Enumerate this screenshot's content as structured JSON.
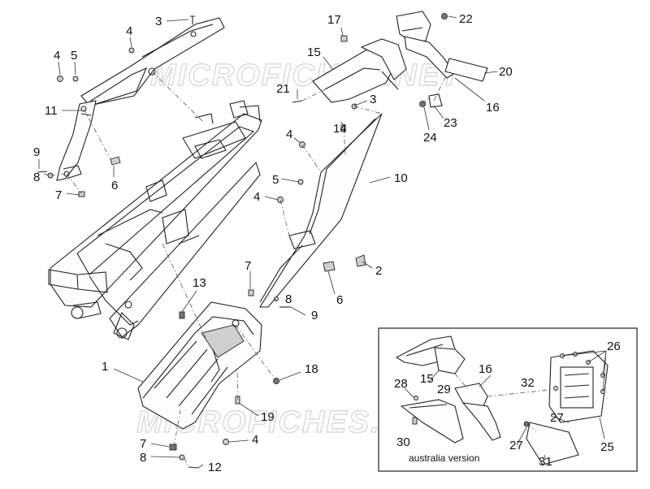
{
  "watermarks": [
    "MICROFICHES.NET",
    "MICROFICHES.NET"
  ],
  "inset": {
    "caption": "australia version"
  },
  "callouts": {
    "c3a": "3",
    "c4a": "4",
    "c4b": "4",
    "c5a": "5",
    "c11": "11",
    "c9a": "9",
    "c8a": "8",
    "c6a": "6",
    "c7a": "7",
    "c17": "17",
    "c22": "22",
    "c15a": "15",
    "c20": "20",
    "c21": "21",
    "c3b": "3",
    "c16a": "16",
    "c14": "14",
    "c23": "23",
    "c24": "24",
    "c4c": "4",
    "c10": "10",
    "c5b": "5",
    "c4d": "4",
    "c2": "2",
    "c7b": "7",
    "c8b": "8",
    "c6b": "6",
    "c9b": "9",
    "c13": "13",
    "c1": "1",
    "c18": "18",
    "c19": "19",
    "c7c": "7",
    "c8c": "8",
    "c4e": "4",
    "c12": "12",
    "c26": "26",
    "c16b": "16",
    "c15b": "15",
    "c29": "29",
    "c28": "28",
    "c32": "32",
    "c27a": "27",
    "c27b": "27",
    "c30": "30",
    "c25": "25",
    "c31": "31"
  }
}
